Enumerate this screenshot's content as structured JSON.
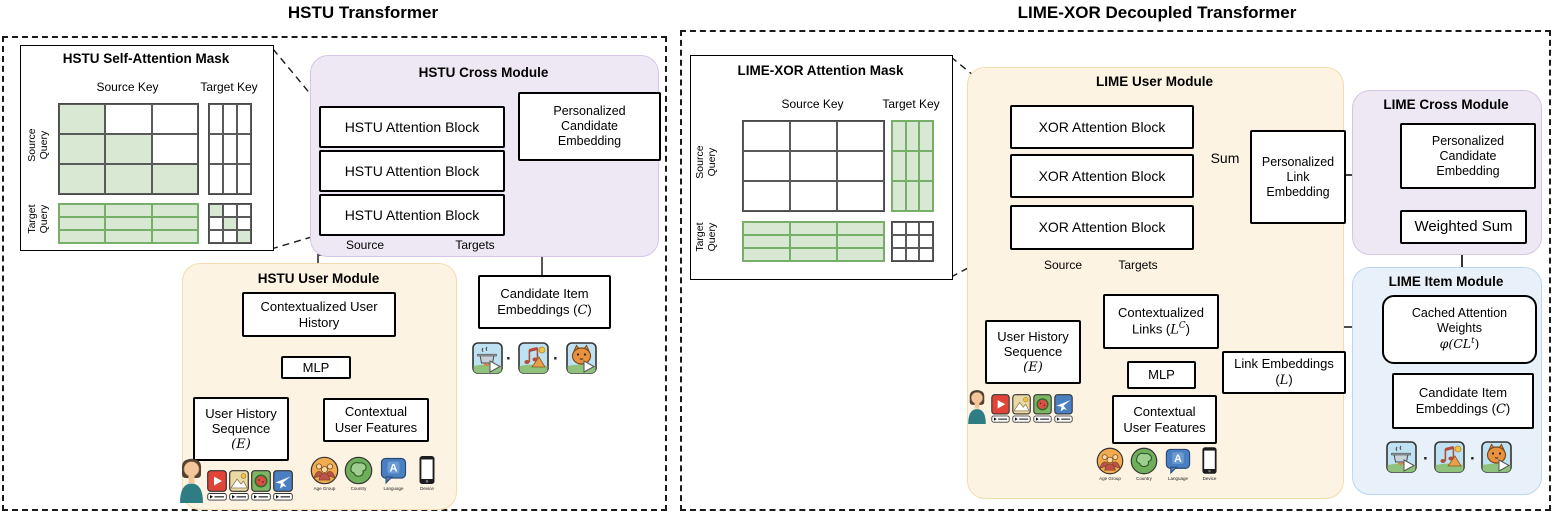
{
  "colors": {
    "module_peach": "#fdf3e3",
    "module_lavender": "#ede8f4",
    "module_blue": "#e8f1fa",
    "mask_green_fill": "#d8e8d2",
    "mask_green_border": "#77ae6a"
  },
  "left_panel": {
    "title": "HSTU Transformer",
    "mask": {
      "title": "HSTU Self-Attention Mask",
      "source_key": "Source Key",
      "target_key": "Target Key",
      "source_query": [
        "Source",
        "Query"
      ],
      "target_query": [
        "Target",
        "Query"
      ],
      "blocks": {
        "source_source": [
          [
            1,
            0,
            0
          ],
          [
            1,
            1,
            0
          ],
          [
            1,
            1,
            1
          ]
        ],
        "source_target": [
          [
            0,
            0,
            0
          ],
          [
            0,
            0,
            0
          ],
          [
            0,
            0,
            0
          ]
        ],
        "target_source": [
          [
            1,
            1,
            1
          ],
          [
            1,
            1,
            1
          ],
          [
            1,
            1,
            1
          ]
        ],
        "target_target": [
          [
            1,
            0,
            0
          ],
          [
            0,
            1,
            0
          ],
          [
            0,
            0,
            1
          ]
        ]
      }
    },
    "cross_module": {
      "title": "HSTU Cross Module",
      "attention_blocks": [
        "HSTU Attention Block",
        "HSTU Attention Block",
        "HSTU Attention Block"
      ],
      "personalized_candidate_embedding": [
        "Personalized",
        "Candidate",
        "Embedding"
      ],
      "source_label": "Source",
      "targets_label": "Targets"
    },
    "user_module": {
      "title": "HSTU User Module",
      "contextualized_user_history": [
        "Contextualized User",
        "History"
      ],
      "mlp": "MLP",
      "user_history_sequence": [
        "User History",
        "Sequence"
      ],
      "user_history_sequence_math": "(E)",
      "contextual_user_features": [
        "Contextual",
        "User Features"
      ],
      "feature_labels": [
        "Age Group",
        "Country",
        "Language",
        "Device"
      ]
    },
    "candidate_items": {
      "line1": "Candidate Item",
      "line2_pre": "Embeddings (",
      "math": "C",
      "line2_post": ")",
      "separator": "·"
    }
  },
  "right_panel": {
    "title": "LIME-XOR Decoupled Transformer",
    "mask": {
      "title": "LIME-XOR Attention Mask",
      "source_key": "Source Key",
      "target_key": "Target Key",
      "source_query": [
        "Source",
        "Query"
      ],
      "target_query": [
        "Target",
        "Query"
      ],
      "blocks": {
        "source_source": [
          [
            0,
            0,
            0
          ],
          [
            0,
            0,
            0
          ],
          [
            0,
            0,
            0
          ]
        ],
        "source_target": [
          [
            1,
            1,
            1
          ],
          [
            1,
            1,
            1
          ],
          [
            1,
            1,
            1
          ]
        ],
        "target_source": [
          [
            1,
            1,
            1
          ],
          [
            1,
            1,
            1
          ],
          [
            1,
            1,
            1
          ]
        ],
        "target_target": [
          [
            0,
            0,
            0
          ],
          [
            0,
            0,
            0
          ],
          [
            0,
            0,
            0
          ]
        ]
      }
    },
    "user_module": {
      "title": "LIME User Module",
      "attention_blocks": [
        "XOR Attention Block",
        "XOR Attention Block",
        "XOR Attention Block"
      ],
      "sum_label": "Sum",
      "personalized_link_embedding": [
        "Personalized",
        "Link",
        "Embedding"
      ],
      "source_label": "Source",
      "targets_label": "Targets",
      "user_history_sequence": [
        "User History",
        "Sequence"
      ],
      "user_history_sequence_math": "(E)",
      "contextualized_links": {
        "line1": "Contextualized",
        "pre": "Links (",
        "math": "L",
        "sup": "C",
        "post": ")"
      },
      "mlp": "MLP",
      "link_embeddings": {
        "line1": "Link Embeddings",
        "pre": "(",
        "math": "L",
        "post": ")"
      },
      "contextual_user_features": [
        "Contextual",
        "User Features"
      ],
      "feature_labels": [
        "Age Group",
        "Country",
        "Language",
        "Device"
      ]
    },
    "cross_module": {
      "title": "LIME Cross Module",
      "personalized_candidate_embedding": [
        "Personalized",
        "Candidate",
        "Embedding"
      ],
      "weighted_sum": "Weighted Sum"
    },
    "item_module": {
      "title": "LIME Item Module",
      "cached_attention_weights": [
        "Cached Attention",
        "Weights"
      ],
      "cached_math": {
        "pre": "φ(CL",
        "sup": "t",
        "post": ")"
      },
      "candidate_items": {
        "line1": "Candidate Item",
        "line2_pre": "Embeddings (",
        "math": "C",
        "line2_post": ")",
        "separator": "·"
      }
    }
  },
  "icons": {
    "user_history": [
      "person-icon",
      "video-play-icon",
      "photo-video-icon",
      "watermelon-video-icon",
      "airplane-video-icon"
    ],
    "contextual_features": [
      "age-group-icon",
      "country-icon",
      "language-icon",
      "device-icon"
    ],
    "candidate_items": [
      "cooking-video-icon",
      "music-photo-icon",
      "cat-video-icon"
    ]
  }
}
